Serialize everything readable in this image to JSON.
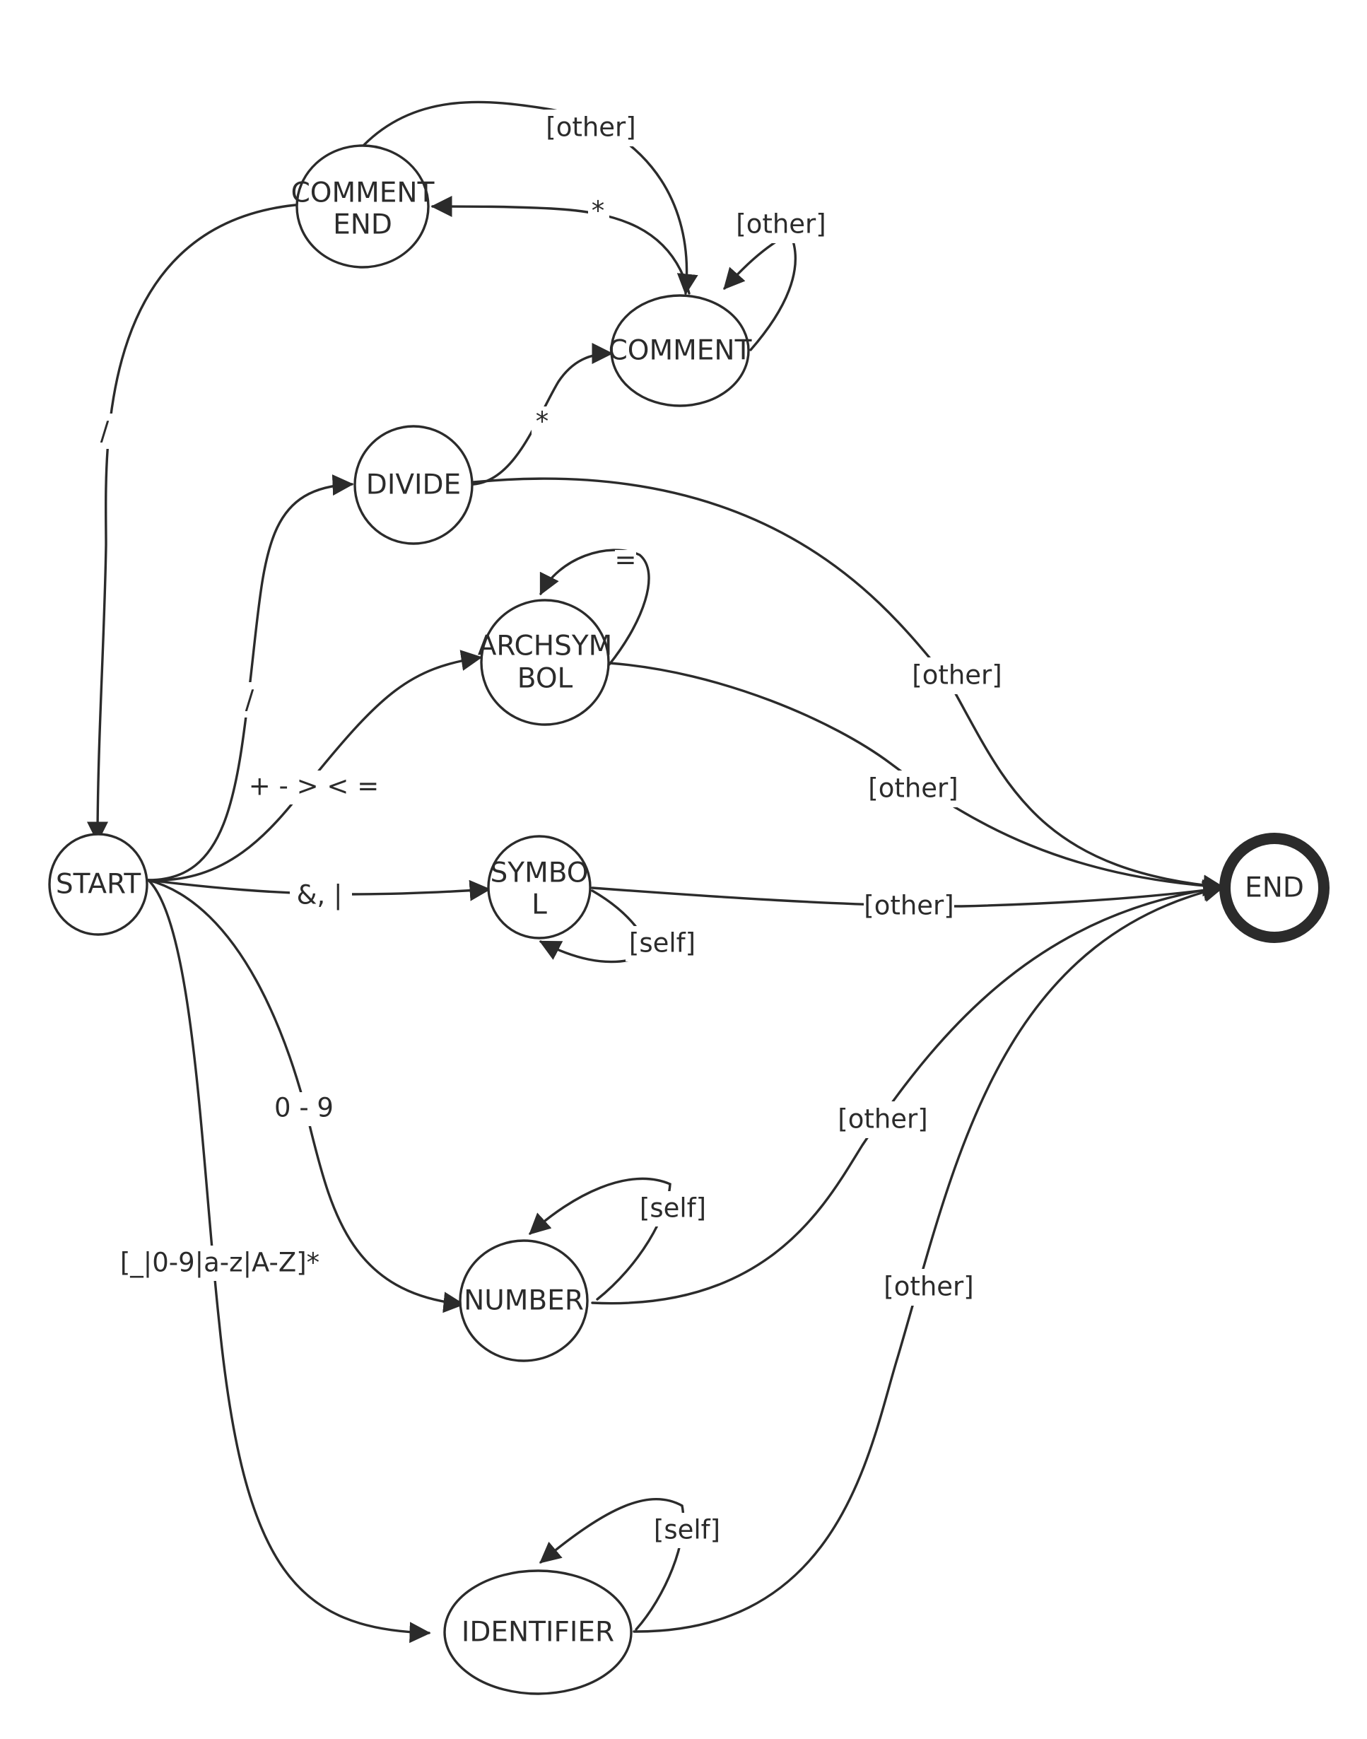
{
  "states": {
    "start": "START",
    "end": "END",
    "comment_end_1": "COMMENT",
    "comment_end_2": "END",
    "comment": "COMMENT",
    "divide": "DIVIDE",
    "archsymbol_1": "ARCHSYM",
    "archsymbol_2": "BOL",
    "symbol_1": "SYMBO",
    "symbol_2": "L",
    "number": "NUMBER",
    "identifier": "IDENTIFIER"
  },
  "transitions": {
    "comment_end_to_start": "/",
    "start_to_divide": "/",
    "start_to_archsymbol": "+ - > < =",
    "start_to_symbol": "&, |",
    "start_to_number": "0 - 9",
    "start_to_identifier": "[_|0-9|a-z|A-Z]*",
    "divide_to_comment": "*",
    "comment_to_comment_end": "*",
    "comment_end_to_comment": "[other]",
    "comment_self": "[other]",
    "divide_to_end": "[other]",
    "archsymbol_self": "=",
    "archsymbol_to_end": "[other]",
    "symbol_to_end": "[other]",
    "symbol_self": "[self]",
    "number_self": "[self]",
    "number_to_end": "[other]",
    "identifier_self": "[self]",
    "identifier_to_end": "[other]"
  },
  "colors": {
    "stroke": "#2b2b2b",
    "background": "#ffffff"
  }
}
